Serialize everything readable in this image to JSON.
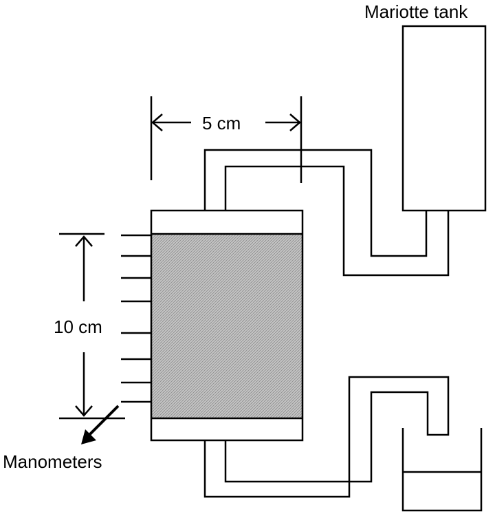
{
  "labels": {
    "mariotte_tank": "Mariotte tank",
    "width_dimension": "5 cm",
    "height_dimension": "10 cm",
    "manometers": "Manometers"
  },
  "colors": {
    "line": "#000000",
    "soil_fill": "#bdbdbd",
    "background": "#ffffff"
  },
  "components": {
    "column": "sample column with porous medium",
    "manometer_taps_count": 8
  }
}
